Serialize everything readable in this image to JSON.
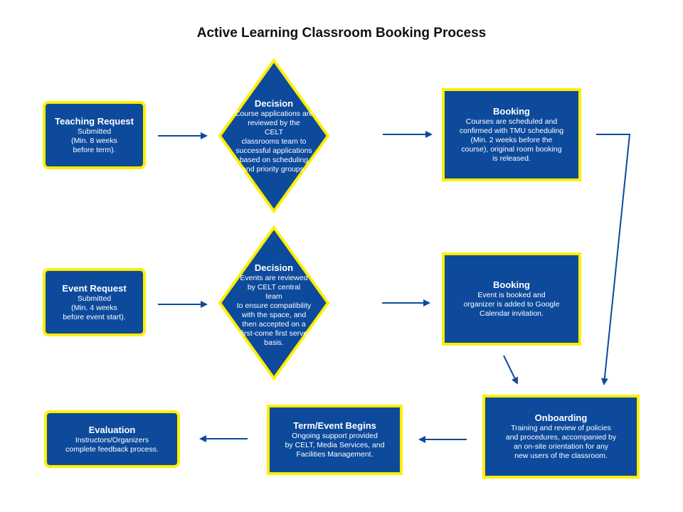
{
  "title": "Active Learning Classroom Booking Process",
  "colors": {
    "box_fill": "#0d4a9c",
    "box_border": "#ffee00",
    "arrow": "#0d4a9c"
  },
  "teaching_request": {
    "heading": "Teaching Request",
    "lines": [
      "Submitted",
      "(Min. 8 weeks",
      "before term)."
    ]
  },
  "decision_course": {
    "heading": "Decision",
    "lines": [
      "Course applications are",
      "reviewed by the CELT",
      "classrooms team to",
      "successful applications",
      "based on scheduling",
      "and priority groups."
    ]
  },
  "booking_course": {
    "heading": "Booking",
    "lines": [
      "Courses are scheduled and",
      "confirmed with TMU scheduling",
      "(Min. 2 weeks before the",
      "course), original room booking",
      "is released."
    ]
  },
  "event_request": {
    "heading": "Event Request",
    "lines": [
      "Submitted",
      "(Min. 4 weeks",
      "before event start)."
    ]
  },
  "decision_event": {
    "heading": "Decision",
    "lines": [
      "Events are reviewed",
      "by CELT central team",
      "to ensure compatibility",
      "with the space, and",
      "then accepted on a",
      "first-come first serve",
      "basis."
    ]
  },
  "booking_event": {
    "heading": "Booking",
    "lines": [
      "Event is booked and",
      "organizer is added to Google",
      "Calendar invitation."
    ]
  },
  "onboarding": {
    "heading": "Onboarding",
    "lines": [
      "Training and review of policies",
      "and procedures, accompanied by",
      "an on-site orientation for any",
      "new users of the classroom."
    ]
  },
  "term_begins": {
    "heading": "Term/Event Begins",
    "lines": [
      "Ongoing support provided",
      "by CELT, Media Services, and",
      "Facilities Management."
    ]
  },
  "evaluation": {
    "heading": "Evaluation",
    "lines": [
      "Instructors/Organizers",
      "complete feedback process."
    ]
  }
}
